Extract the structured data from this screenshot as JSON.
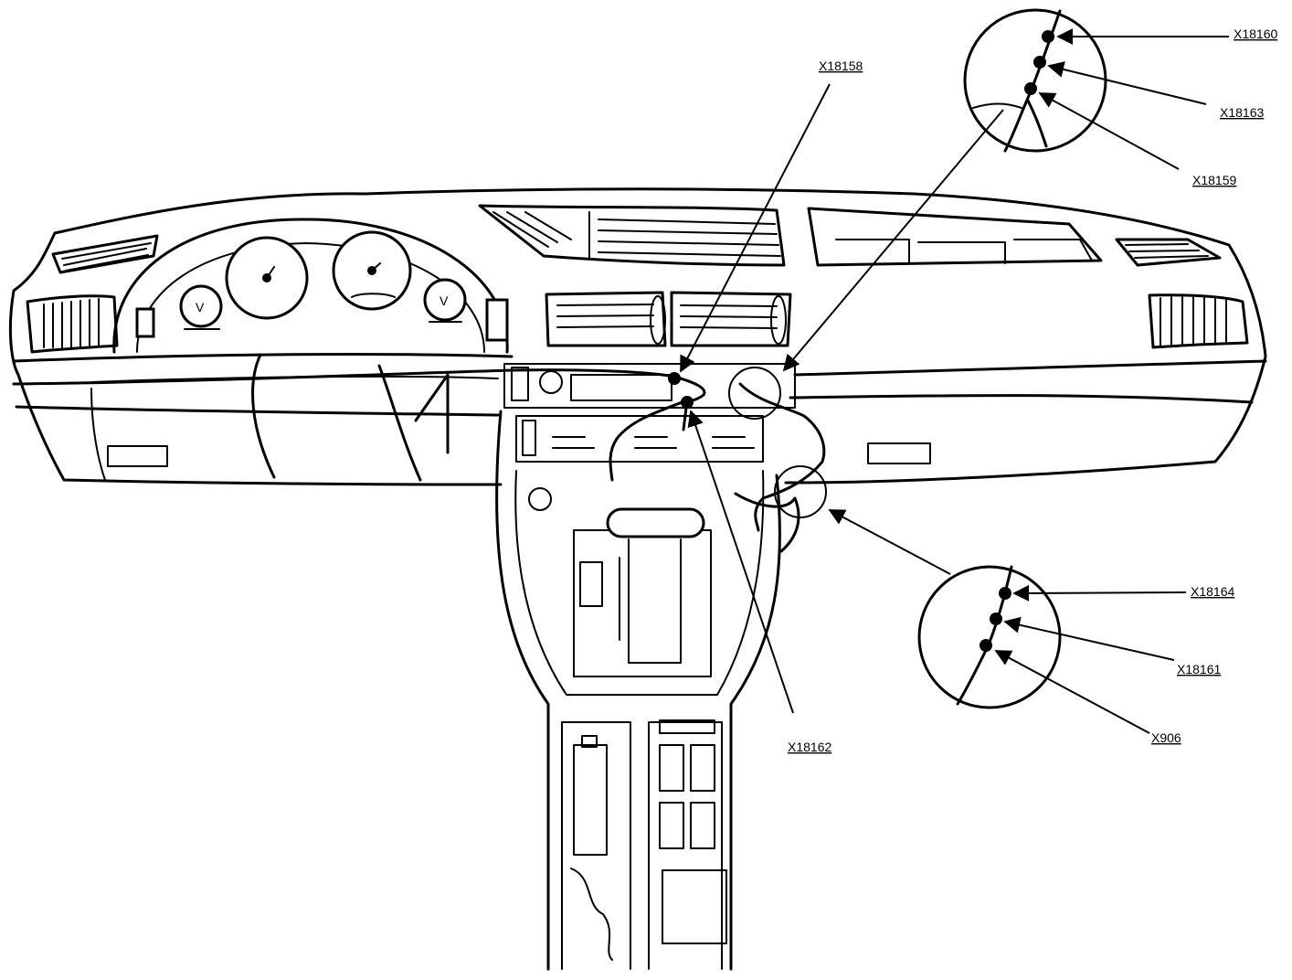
{
  "labels": {
    "x18160": "X18160",
    "x18163": "X18163",
    "x18159": "X18159",
    "x18158": "X18158",
    "x18164": "X18164",
    "x18161": "X18161",
    "x906": "X906",
    "x18162": "X18162"
  },
  "gauges": {
    "left_small": "V",
    "right_small": "V"
  },
  "colors": {
    "line": "#000000",
    "background": "#ffffff"
  }
}
